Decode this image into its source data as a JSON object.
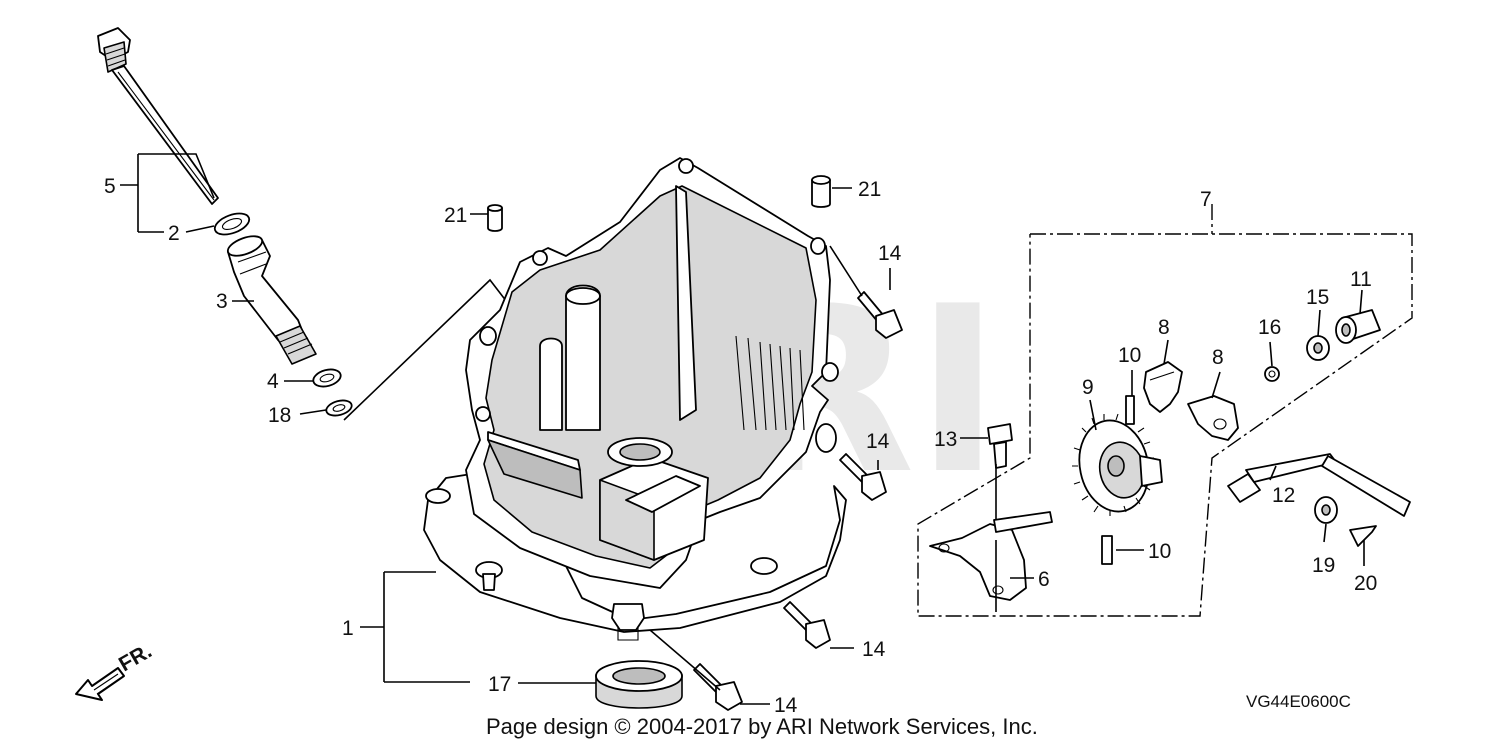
{
  "diagram": {
    "callouts": {
      "c1": "1",
      "c2": "2",
      "c3": "3",
      "c4": "4",
      "c5": "5",
      "c6": "6",
      "c7": "7",
      "c8a": "8",
      "c8b": "8",
      "c9": "9",
      "c10a": "10",
      "c10b": "10",
      "c11": "11",
      "c12": "12",
      "c13": "13",
      "c14a": "14",
      "c14b": "14",
      "c14c": "14",
      "c14d": "14",
      "c15": "15",
      "c16": "16",
      "c17": "17",
      "c18": "18",
      "c19": "19",
      "c20": "20",
      "c21a": "21",
      "c21b": "21"
    },
    "front_marker": "FR.",
    "diagram_code": "VG44E0600C",
    "watermark": "ARI"
  },
  "footer": {
    "copyright": "Page design © 2004-2017 by ARI Network Services, Inc."
  }
}
